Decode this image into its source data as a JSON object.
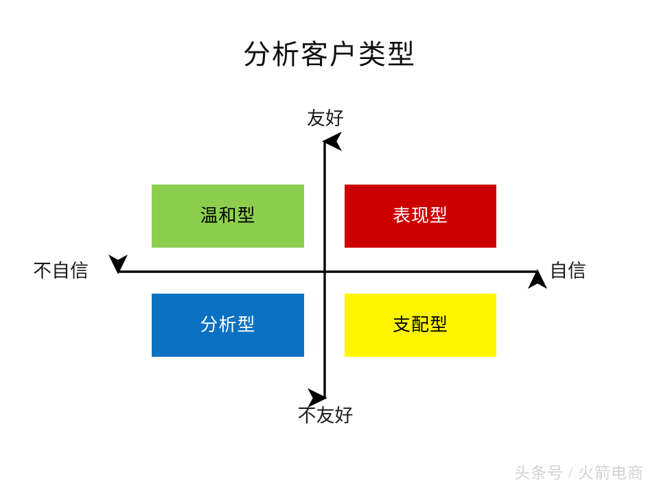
{
  "slide": {
    "title": "分析客户类型",
    "background_color": "#ffffff"
  },
  "axes": {
    "vertical_label_top": "友好",
    "vertical_label_bottom": "不友好",
    "horizontal_label_left": "不自信",
    "horizontal_label_right": "自信",
    "line_color": "#000000"
  },
  "quadrants": [
    {
      "id": "amiable",
      "label": "温和型",
      "fill": "#8DCE4F",
      "text_color": "#000000",
      "position": "top-left"
    },
    {
      "id": "expressive",
      "label": "表现型",
      "fill": "#CC0000",
      "text_color": "#ffffff",
      "position": "top-right"
    },
    {
      "id": "analytical",
      "label": "分析型",
      "fill": "#0B71C1",
      "text_color": "#ffffff",
      "position": "bottom-left"
    },
    {
      "id": "driver",
      "label": "支配型",
      "fill": "#FFF500",
      "text_color": "#000000",
      "position": "bottom-right"
    }
  ],
  "watermark": {
    "text": "头条号 / 火箭电商",
    "color": "#d2d2d2"
  },
  "chart_data": {
    "type": "scatter",
    "title": "分析客户类型",
    "xlabel": "",
    "ylabel": "",
    "x_axis": {
      "negative": "不自信",
      "positive": "自信"
    },
    "y_axis": {
      "negative": "不友好",
      "positive": "友好"
    },
    "categories": [
      "温和型",
      "表现型",
      "分析型",
      "支配型"
    ],
    "points": [
      {
        "label": "温和型",
        "x": -1,
        "y": 1,
        "color": "#8DCE4F"
      },
      {
        "label": "表现型",
        "x": 1,
        "y": 1,
        "color": "#CC0000"
      },
      {
        "label": "分析型",
        "x": -1,
        "y": -1,
        "color": "#0B71C1"
      },
      {
        "label": "支配型",
        "x": 1,
        "y": -1,
        "color": "#FFF500"
      }
    ],
    "grid": false,
    "legend": "none"
  }
}
